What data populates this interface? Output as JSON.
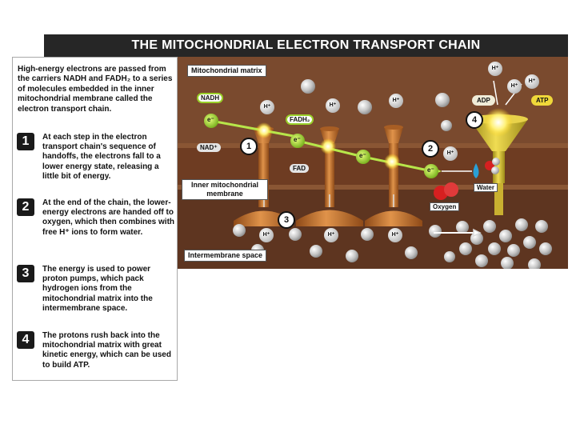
{
  "title": "THE MITOCHONDRIAL ELECTRON TRANSPORT CHAIN",
  "intro": "High-energy electrons are passed from the carriers NADH and FADH₂ to a series of molecules embedded in the inner mitochondrial membrane called the electron transport chain.",
  "steps": [
    {
      "num": "1",
      "text": "At each step in the electron transport chain's sequence of handoffs, the electrons fall to a lower energy state, releasing a little bit of energy."
    },
    {
      "num": "2",
      "text": "At the end of the chain, the lower-energy electrons are handed off to oxygen, which then combines with free H⁺ ions to form water."
    },
    {
      "num": "3",
      "text": "The energy is used to power proton pumps, which pack hydrogen ions from the mitochondrial matrix into the intermembrane space."
    },
    {
      "num": "4",
      "text": "The protons rush back into the mitochondrial matrix with great kinetic energy, which can be used to build ATP."
    }
  ],
  "labels": {
    "matrix": "Mitochondrial matrix",
    "membrane_line1": "Inner mitochondrial",
    "membrane_line2": "membrane",
    "intermembrane": "Intermembrane space",
    "nadh": "NADH",
    "nad": "NAD⁺",
    "fadh2": "FADH₂",
    "fad": "FAD",
    "adp": "ADP",
    "atp": "ATP",
    "water": "Water",
    "oxygen": "Oxygen",
    "electron": "e⁻",
    "hplus": "H⁺"
  },
  "markers": [
    "1",
    "2",
    "3",
    "4"
  ],
  "colors": {
    "title_bg": "#262626",
    "matrix_bg": "#7a4a2e",
    "membrane": "#6e3c22",
    "intermembrane_bg": "#5e3520",
    "pump": "#c8742e",
    "atp_synthase": "#d6c23a",
    "electron": "#9ad12a",
    "oxygen": "#d62020"
  }
}
